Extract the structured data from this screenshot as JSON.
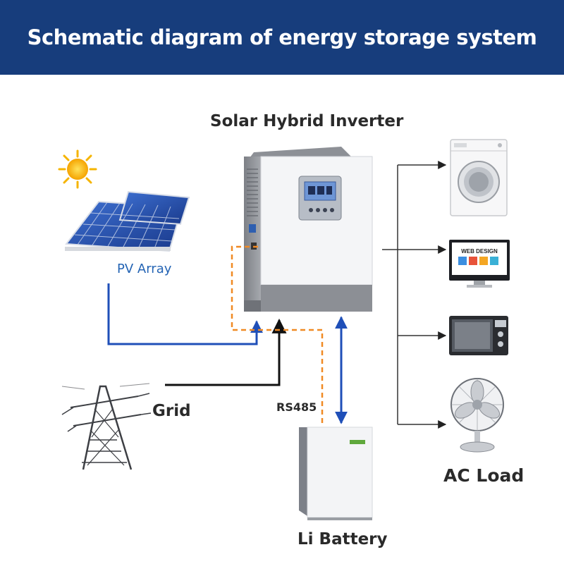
{
  "title": "Schematic diagram of energy storage system",
  "labels": {
    "inverter": "Solar Hybrid Inverter",
    "pv_array": "PV Array",
    "grid": "Grid",
    "rs485": "RS485",
    "battery": "Li Battery",
    "ac_load": "AC Load"
  },
  "monitor_screen_text": "WEB DESIGN",
  "colors": {
    "header": "#173d7c",
    "pv_line": "#1f4fb8",
    "grid_line": "#111111",
    "rs485_line": "#f08a24",
    "battery_line": "#1f4fb8",
    "load_line": "#333333"
  },
  "icons": [
    "sun-icon",
    "solar-panel-icon",
    "power-tower-icon",
    "inverter-icon",
    "battery-icon",
    "washing-machine-icon",
    "monitor-icon",
    "microwave-icon",
    "fan-icon"
  ]
}
